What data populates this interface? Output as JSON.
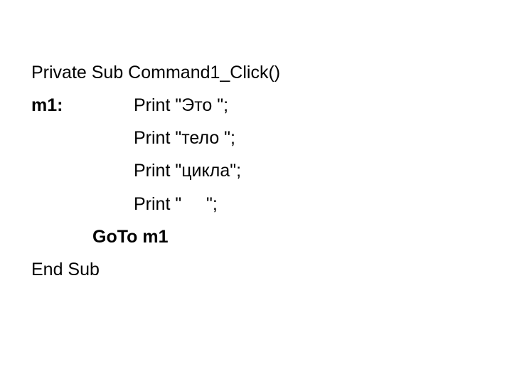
{
  "code": {
    "header": "Private Sub Command1_Click()",
    "label": "m1:",
    "print_lines": [
      "Print \"Это \";",
      "Print \"тело \";",
      "Print \"цикла\";",
      "Print \"     \";"
    ],
    "goto": "GoTo m1",
    "footer": "End Sub"
  }
}
